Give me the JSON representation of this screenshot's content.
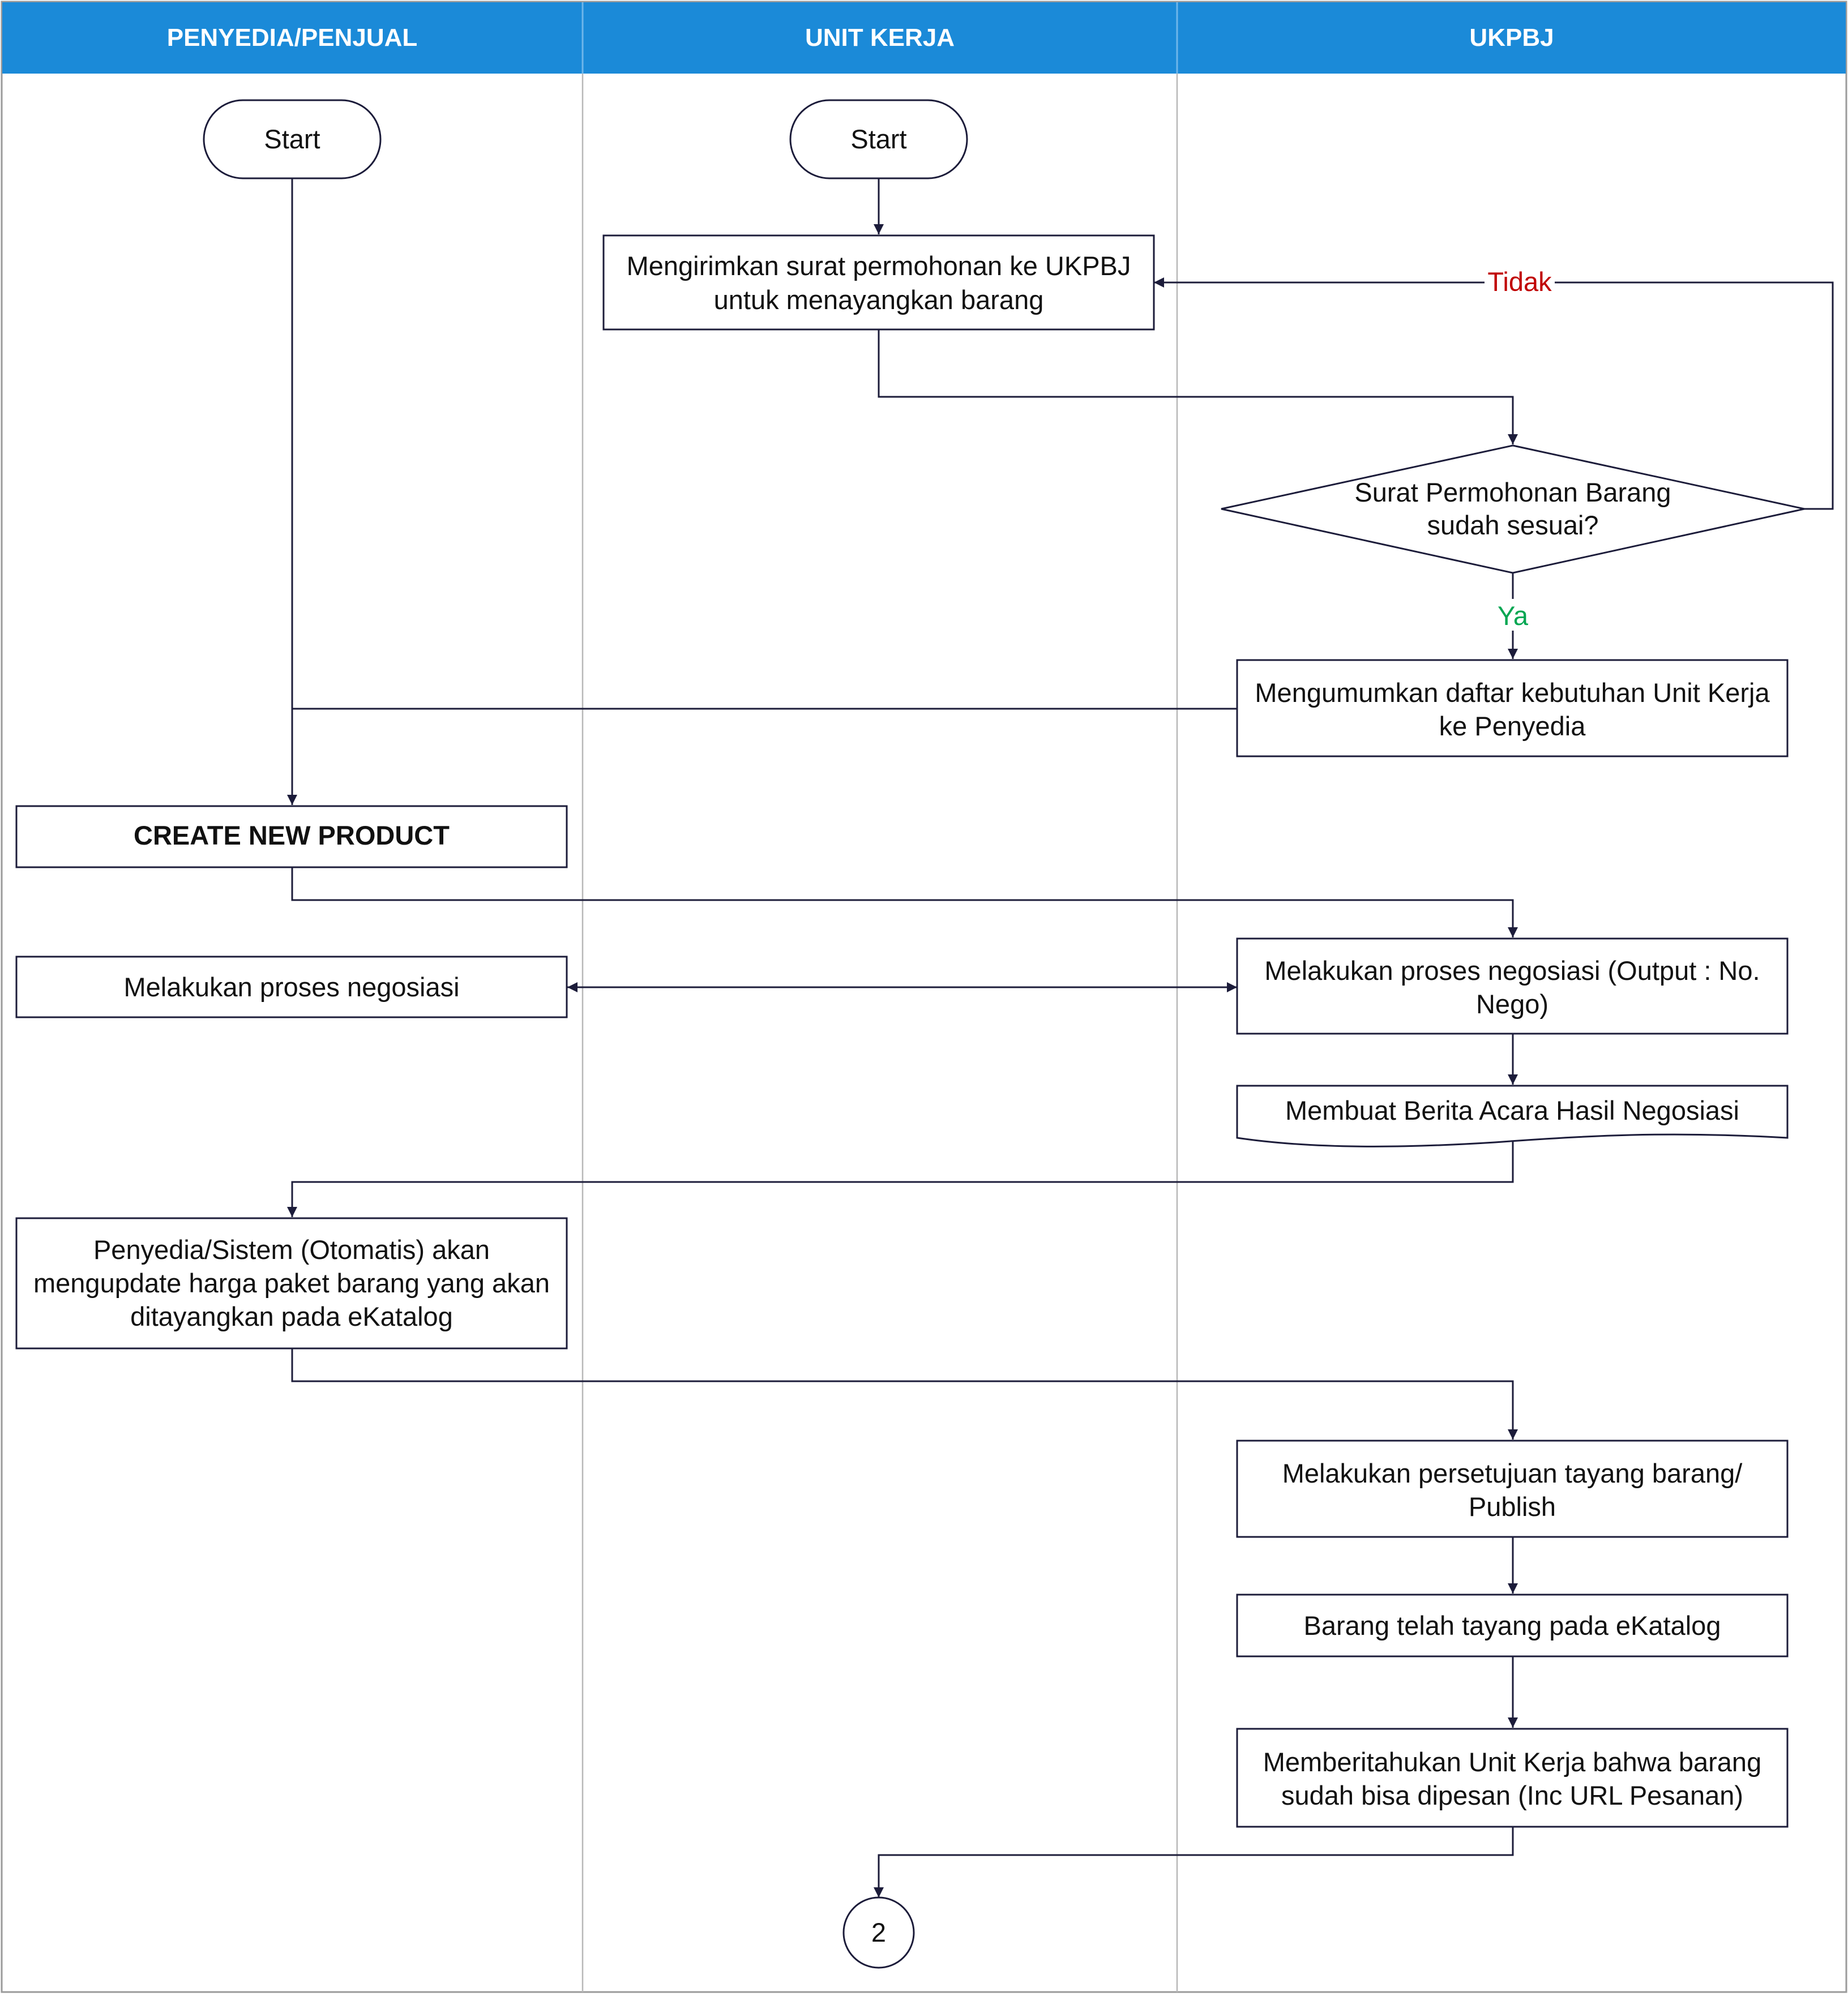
{
  "colors": {
    "header": "#1b8ad8",
    "line": "#1c1c3a",
    "no_label": "#c00000",
    "yes_label": "#00a651"
  },
  "lanes": [
    "PENYEDIA/PENJUAL",
    "UNIT KERJA",
    "UKPBJ"
  ],
  "nodes": {
    "start_penyedia": "Start",
    "start_unit": "Start",
    "kirim_surat": [
      "Mengirimkan surat permohonan ke UKPBJ",
      "untuk menayangkan barang"
    ],
    "cek_surat": [
      "Surat Permohonan Barang",
      "sudah sesuai?"
    ],
    "umumkan": [
      "Mengumumkan daftar kebutuhan Unit Kerja",
      "ke Penyedia"
    ],
    "create_product": "CREATE NEW PRODUCT",
    "negosiasi_penyedia": "Melakukan proses negosiasi",
    "negosiasi_ukpbj": [
      "Melakukan proses negosiasi (Output : No.",
      "Nego)"
    ],
    "berita_acara": "Membuat Berita Acara Hasil Negosiasi",
    "update_harga": [
      "Penyedia/Sistem (Otomatis) akan",
      "mengupdate harga paket barang yang akan",
      "ditayangkan pada eKatalog"
    ],
    "persetujuan": [
      "Melakukan persetujuan tayang barang/",
      "Publish"
    ],
    "tayang": "Barang telah tayang pada eKatalog",
    "beritahu": [
      "Memberitahukan Unit Kerja bahwa barang",
      "sudah bisa dipesan (Inc URL Pesanan)"
    ],
    "connector": "2"
  },
  "edge_labels": {
    "no": "Tidak",
    "yes": "Ya"
  }
}
